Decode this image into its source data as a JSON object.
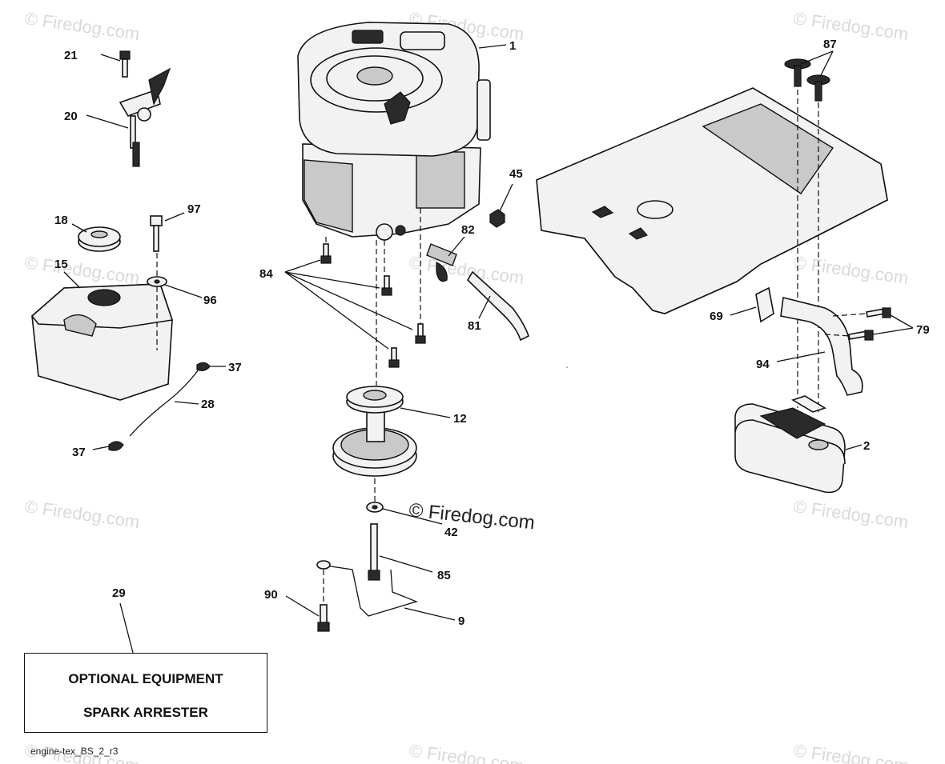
{
  "watermarks": [
    "© Firedog.com",
    "© Firedog.com",
    "© Firedog.com",
    "© Firedog.com",
    "© Firedog.com",
    "© Firedog.com",
    "© Firedog.com",
    "© Firedog.com",
    "© Firedog.com",
    "© Firedog.com",
    "© Firedog.com"
  ],
  "center_watermark": "© Firedog.com",
  "callouts": {
    "p1": "1",
    "p2": "2",
    "p9": "9",
    "p12": "12",
    "p15": "15",
    "p18": "18",
    "p20": "20",
    "p21": "21",
    "p28": "28",
    "p29": "29",
    "p37a": "37",
    "p37b": "37",
    "p42": "42",
    "p45": "45",
    "p69": "69",
    "p79": "79",
    "p81": "81",
    "p82": "82",
    "p84": "84",
    "p85": "85",
    "p87": "87",
    "p90": "90",
    "p94": "94",
    "p96": "96",
    "p97": "97"
  },
  "optional_box": {
    "line1": "OPTIONAL EQUIPMENT",
    "line2": "SPARK ARRESTER"
  },
  "footer_code": "engine-tex_BS_2_r3"
}
